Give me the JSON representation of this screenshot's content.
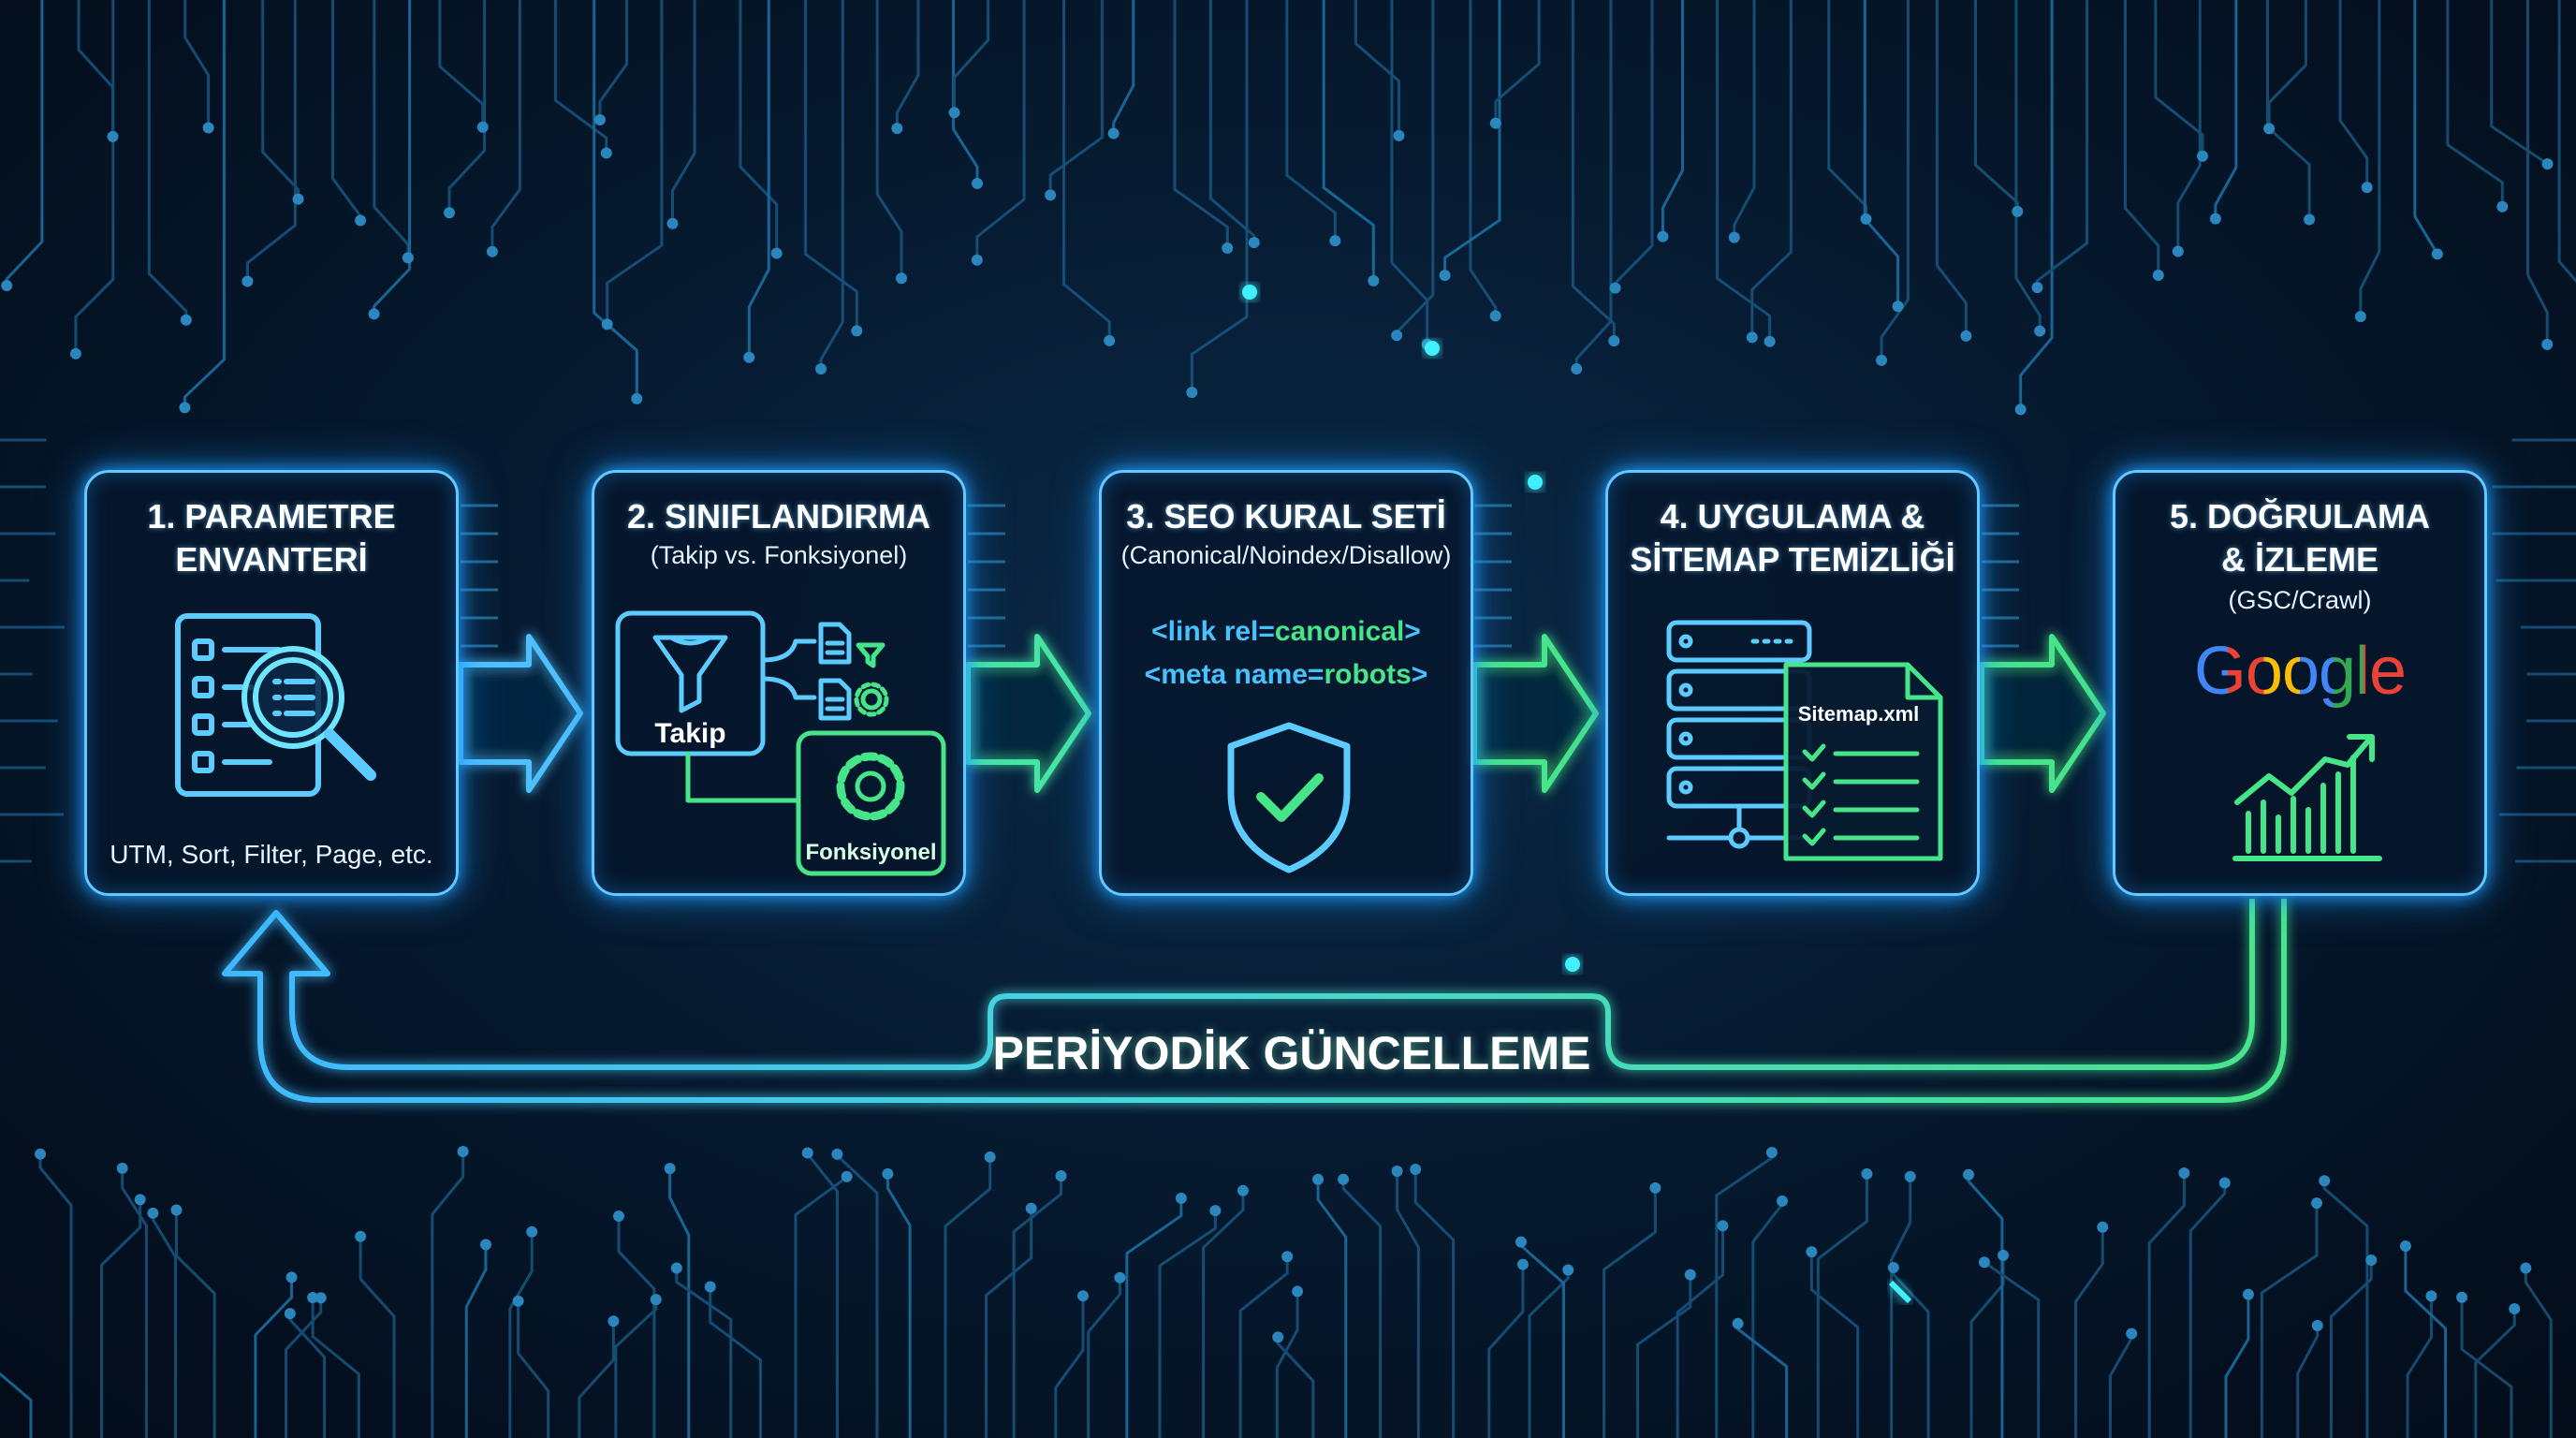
{
  "colors": {
    "blue": "#3fb8ff",
    "green": "#47e58a",
    "background": "#061a30"
  },
  "steps": [
    {
      "title_line1": "1. PARAMETRE",
      "title_line2": "ENVANTERİ",
      "caption": "UTM, Sort, Filter, Page, etc.",
      "icon": "checklist-magnifier-icon"
    },
    {
      "title_line1": "2. SINIFLANDIRMA",
      "subtitle": "(Takip vs. Fonksiyonel)",
      "label_tracking": "Takip",
      "label_functional": "Fonksiyonel",
      "icon": "funnel-gear-icon"
    },
    {
      "title_line1": "3. SEO KURAL SETİ",
      "subtitle": "(Canonical/Noindex/Disallow)",
      "code_1_prefix": "<link rel=",
      "code_1_value": "canonical",
      "code_1_suffix": ">",
      "code_2_prefix": "<meta name=",
      "code_2_value": "robots",
      "code_2_suffix": ">",
      "icon": "shield-check-icon"
    },
    {
      "title_line1": "4. UYGULAMA &",
      "title_line2": "SİTEMAP TEMİZLİĞİ",
      "file_label": "Sitemap.xml",
      "icon": "server-sitemap-icon"
    },
    {
      "title_line1": "5. DOĞRULAMA",
      "title_line2": "& İZLEME",
      "subtitle": "(GSC/Crawl)",
      "brand": "Google",
      "icon": "growth-chart-icon"
    }
  ],
  "loop": {
    "label": "PERİYODİK GÜNCELLEME"
  }
}
